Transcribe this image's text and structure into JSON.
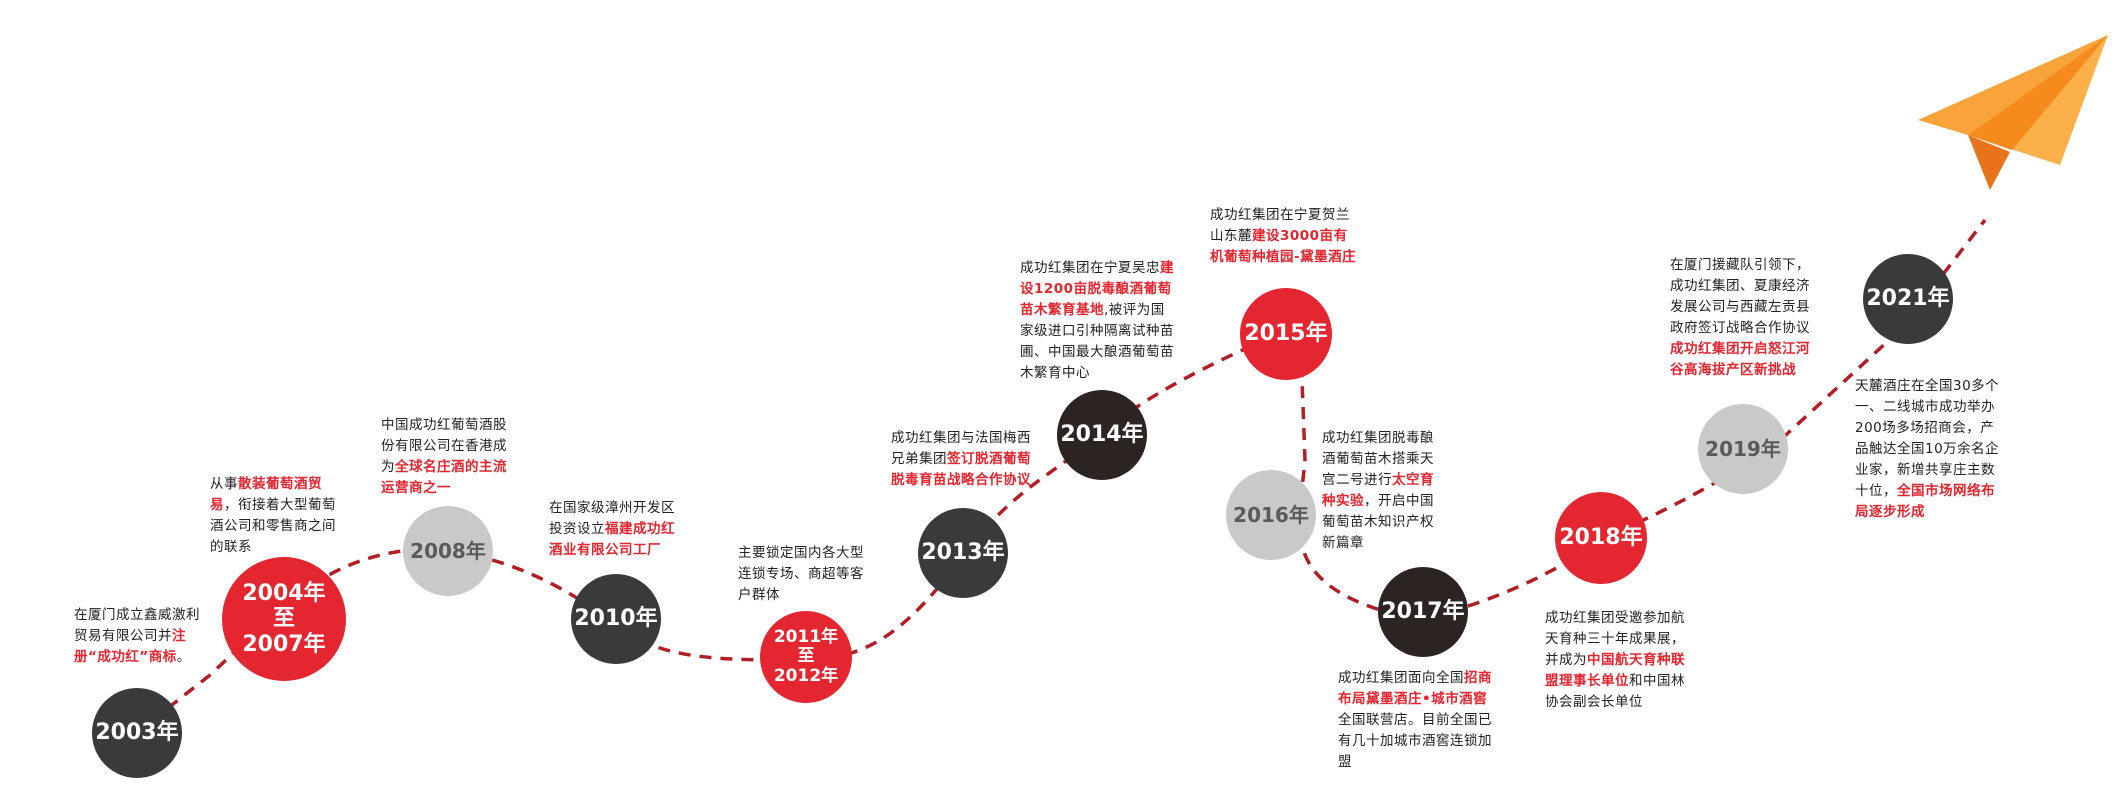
{
  "colors": {
    "red": "#e3262f",
    "dark": "#3a3a3c",
    "black": "#2c2422",
    "gray": "#c9c9c9",
    "path": "#b21e25",
    "plane": "#f7941d"
  },
  "icons": {
    "plane": "paper-plane-icon"
  },
  "milestones": [
    {
      "year": "2003年",
      "desc": {
        "before": "在厦门成立鑫威激利贸易有限公司并",
        "highlight": "注册“成功红”商标",
        "after": "。"
      }
    },
    {
      "year": "2004年\n至\n2007年",
      "desc": {
        "before": "从事",
        "highlight": "散装葡萄酒贸易",
        "after": "，衔接着大型葡萄酒公司和零售商之间的联系"
      }
    },
    {
      "year": "2008年",
      "desc": {
        "before": "中国成功红葡萄酒股份有限公司在香港成为",
        "highlight": "全球名庄酒的主流运营商之一",
        "after": ""
      }
    },
    {
      "year": "2010年",
      "desc": {
        "before": "在国家级漳州开发区投资设立",
        "highlight": "福建成功红酒业有限公司工厂",
        "after": ""
      }
    },
    {
      "year": "2011年\n至\n2012年",
      "desc": {
        "before": "主要锁定国内各大型连锁专场、商超等客户群体",
        "highlight": "",
        "after": ""
      }
    },
    {
      "year": "2013年",
      "desc": {
        "before": "成功红集团与法国梅西兄弟集团",
        "highlight": "签订脱酒葡萄脱毒育苗战略合作协议",
        "after": ""
      }
    },
    {
      "year": "2014年",
      "desc": {
        "before": "成功红集团在宁夏吴忠",
        "highlight": "建设1200亩脱毒酿酒葡萄苗木繁育基地",
        "after": ",被评为国家级进口引种隔离试种苗圃、中国最大酿酒葡萄苗木繁育中心"
      }
    },
    {
      "year": "2015年",
      "desc": {
        "before": "成功红集团在宁夏贺兰山东麓",
        "highlight": "建设3000亩有机葡萄种植园-黛墨酒庄",
        "after": ""
      }
    },
    {
      "year": "2016年",
      "desc": {
        "before": "成功红集团脱毒酿酒葡萄苗木搭乘天宫二号进行",
        "highlight": "太空育种实验",
        "after": "，开启中国葡萄苗木知识产权新篇章"
      }
    },
    {
      "year": "2017年",
      "desc": {
        "before": "成功红集团面向全国",
        "highlight": "招商布局黛墨酒庄•城市酒窖",
        "after": "全国联营店。目前全国已有几十加城市酒窖连锁加盟"
      }
    },
    {
      "year": "2018年",
      "desc": {
        "before": "成功红集团受邀参加航天育种三十年成果展，并成为",
        "highlight": "中国航天育种联盟理事长单位",
        "after": "和中国林协会副会长单位"
      }
    },
    {
      "year": "2019年",
      "desc": {
        "before": "在厦门援藏队引领下，成功红集团、夏康经济发展公司与西藏左贡县政府签订战略合作协议",
        "highlight": "成功红集团开启怒江河谷高海拔产区新挑战",
        "after": ""
      }
    },
    {
      "year": "2021年",
      "desc": {
        "before": "天麓酒庄在全国30多个一、二线城市成功举办200场多场招商会，产品触达全国10万余名企业家，新增共享庄主数十位，",
        "highlight": "全国市场网络布局逐步形成",
        "after": ""
      }
    }
  ]
}
